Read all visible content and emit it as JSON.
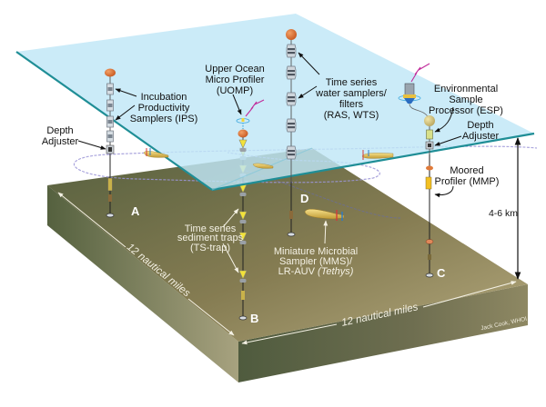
{
  "diagram": {
    "title": "Ocean observatory array schematic",
    "colors": {
      "water_surface": "#bfe6f7",
      "water_edge": "#1f8e96",
      "seafloor_top_dark": "#5a6546",
      "seafloor_top_light": "#a89e72",
      "seafloor_side_left": "#7e7f62",
      "seafloor_side_front": "#6a6b4e",
      "float_orange": "#e07a3a",
      "auv_yellow": "#e6c860",
      "trap_yellow": "#f2e23a",
      "comm_magenta": "#c02a9a",
      "track_lavender": "#9c96d8"
    },
    "instruments": {
      "ips": "Incubation Productivity Samplers (IPS)",
      "ips_lines": [
        "Incubation",
        "Productivity",
        "Samplers (IPS)"
      ],
      "depth_adjuster_left_lines": [
        "Depth",
        "Adjuster"
      ],
      "uomp_lines": [
        "Upper Ocean",
        "Micro Profiler",
        "(UOMP)"
      ],
      "ts_water_lines": [
        "Time series",
        "water samplers/",
        "filters",
        "(RAS, WTS)"
      ],
      "esp_lines": [
        "Environmental",
        "Sample",
        "Processor (ESP)"
      ],
      "depth_adjuster_right_lines": [
        "Depth",
        "Adjuster"
      ],
      "mmp_lines": [
        "Moored",
        "Profiler (MMP)"
      ],
      "ts_trap_lines": [
        "Time series",
        "sediment traps",
        "(TS-trap)"
      ],
      "mms_lines": [
        "Miniature Microbial",
        "Sampler (MMS)/"
      ],
      "mms_line3_prefix": "LR-AUV ",
      "mms_line3_italic": "(Tethys)"
    },
    "sites": {
      "a": "A",
      "b": "B",
      "c": "C",
      "d": "D"
    },
    "dimensions": {
      "depth": "4-6 km",
      "width_left": "12 nautical miles",
      "width_front": "12 nautical miles"
    },
    "credit": "Jack Cook, WHOI"
  }
}
